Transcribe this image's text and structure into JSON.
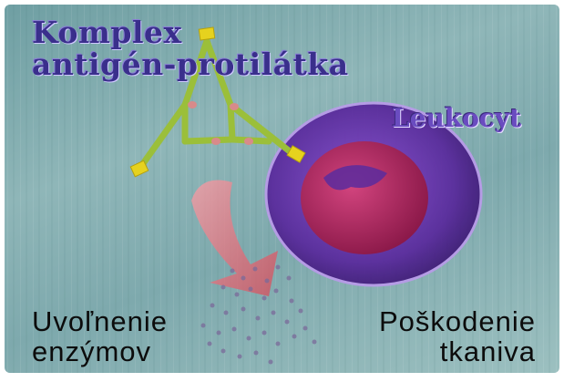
{
  "complex_label": {
    "line1": "Komplex",
    "line2": "antigén-protilátka"
  },
  "cell_label": "Leukocyt",
  "release_label": {
    "line1": "Uvoľnenie",
    "line2": "enzýmov"
  },
  "damage_label": {
    "line1": "Poškodenie",
    "line2": "tkaniva"
  },
  "colors": {
    "background": "#8fb6b8",
    "antibody": "#9bbf3a",
    "antigen": "#e6d21e",
    "cell_membrane": "#5a2fa0",
    "nucleus": "#a0205a",
    "enzyme_arrow": "#e26a78"
  }
}
